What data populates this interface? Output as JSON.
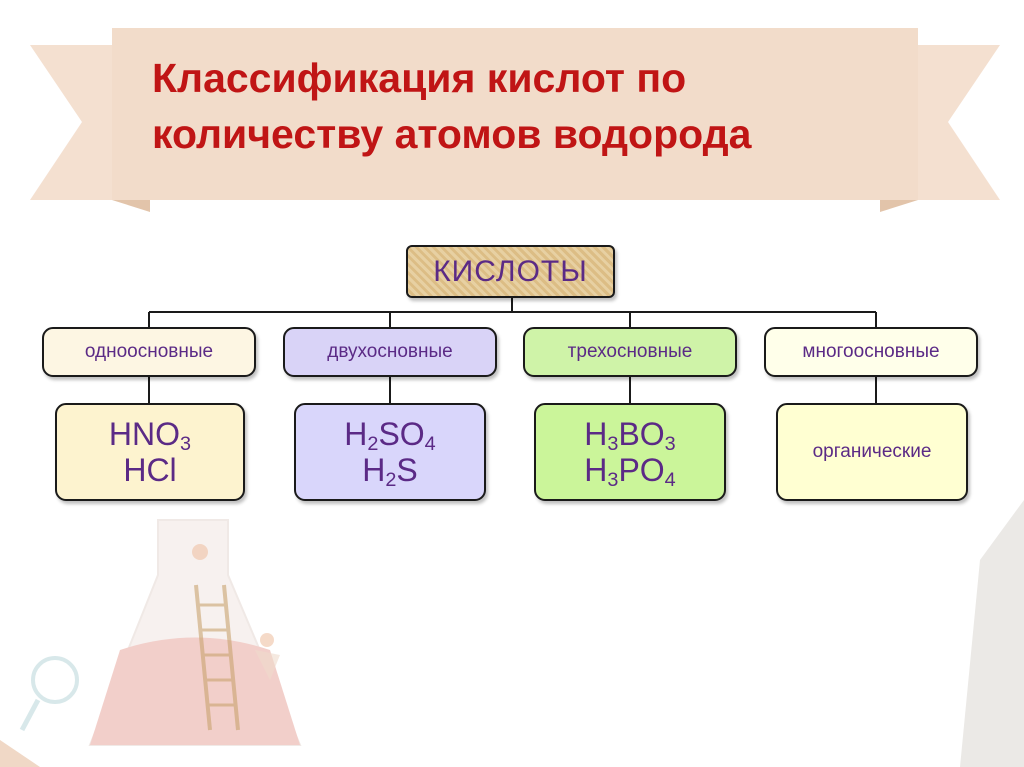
{
  "title_line1": "Классификация кислот по",
  "title_line2": "количеству атомов водорода",
  "root": "КИСЛОТЫ",
  "categories": [
    {
      "label": "одноосновные",
      "fill": "#fdf6e3"
    },
    {
      "label": "двухосновные",
      "fill": "#d9d3f7"
    },
    {
      "label": "трехосновные",
      "fill": "#cff3a8"
    },
    {
      "label": "многоосновные",
      "fill": "#ffffea"
    }
  ],
  "examples": {
    "mono": {
      "hno3": {
        "a": "HNO",
        "b": "3"
      },
      "hcl": "HCl",
      "fill": "#fdf3cf"
    },
    "di": {
      "h2so4": {
        "a": "H",
        "b": "2",
        "c": "SO",
        "d": "4"
      },
      "h2s": {
        "a": "H",
        "b": "2",
        "c": "S"
      },
      "fill": "#d9d6fb"
    },
    "tri": {
      "h3bo3": {
        "a": "H",
        "b": "3",
        "c": "BO",
        "d": "3"
      },
      "h3po4": {
        "a": "H",
        "b": "3",
        "c": "PO",
        "d": "4"
      },
      "fill": "#cbf59a"
    },
    "poly": {
      "label": "органические",
      "fill": "#ffffd2"
    }
  },
  "colors": {
    "title": "#c01515",
    "box_text": "#5b2a86",
    "ribbon": "#f2dcca",
    "connector": "#1a1a1a"
  }
}
